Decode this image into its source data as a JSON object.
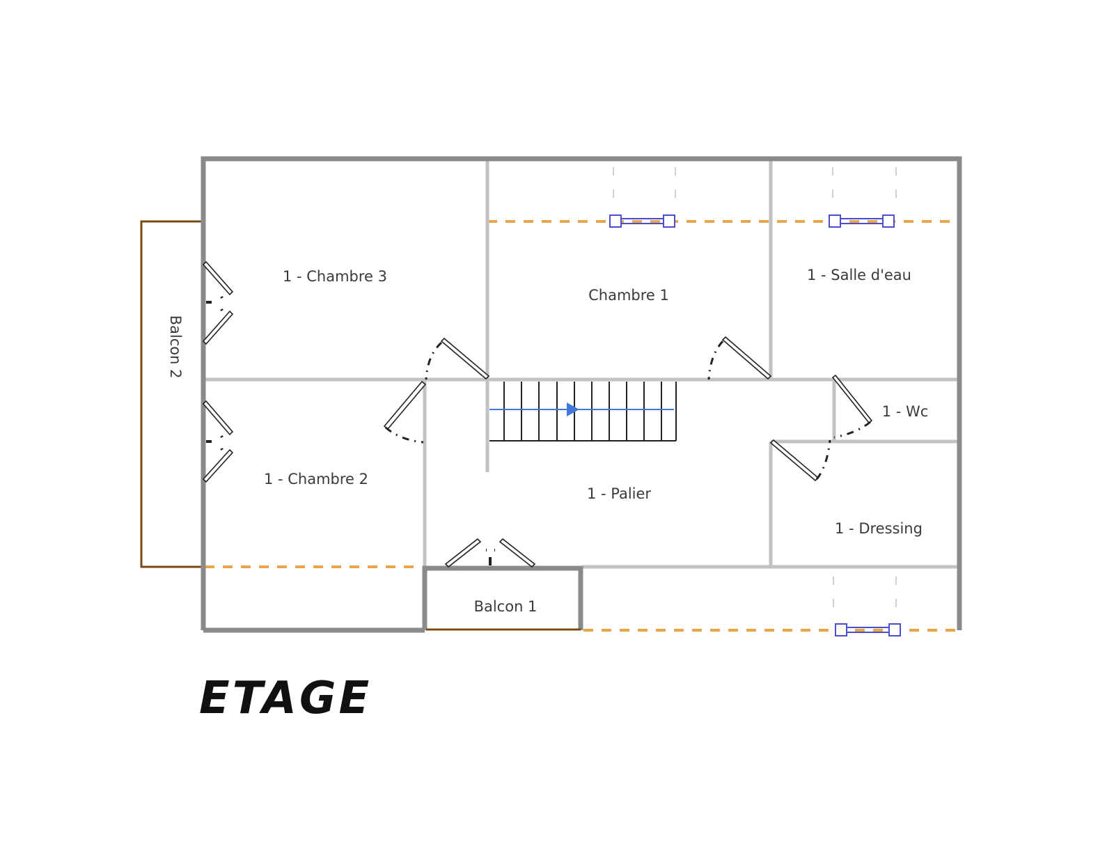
{
  "plan": {
    "title": "ETAGE",
    "colors": {
      "exterior_wall": "#8a8a8a",
      "interior_wall": "#c2c2c2",
      "balcony_rail": "#7a4a14",
      "dashed_line": "#e8a64a",
      "window": "#4b4fcf",
      "stair_arrow": "#3f78d8",
      "door_leaf": "#222222"
    },
    "rooms": [
      {
        "id": "chambre-3",
        "label": "1 - Chambre 3"
      },
      {
        "id": "chambre-1",
        "label": "Chambre 1"
      },
      {
        "id": "salle-d-eau",
        "label": "1 - Salle d'eau"
      },
      {
        "id": "wc",
        "label": "1 - Wc"
      },
      {
        "id": "chambre-2",
        "label": "1 - Chambre 2"
      },
      {
        "id": "palier",
        "label": "1 - Palier"
      },
      {
        "id": "dressing",
        "label": "1 - Dressing"
      },
      {
        "id": "balcon-1",
        "label": "Balcon 1"
      },
      {
        "id": "balcon-2",
        "label": "Balcon 2"
      }
    ],
    "stairs": {
      "steps": 11,
      "direction": "right"
    },
    "windows": [
      "chambre-1-window",
      "salle-d-eau-window",
      "bottom-right-window"
    ],
    "doors": [
      "chambre-3-double-door",
      "chambre-2-double-door",
      "chambre-3-door",
      "chambre-2-door",
      "chambre-1-door",
      "wc-door",
      "dressing-door",
      "balcon-1-double-door"
    ]
  }
}
